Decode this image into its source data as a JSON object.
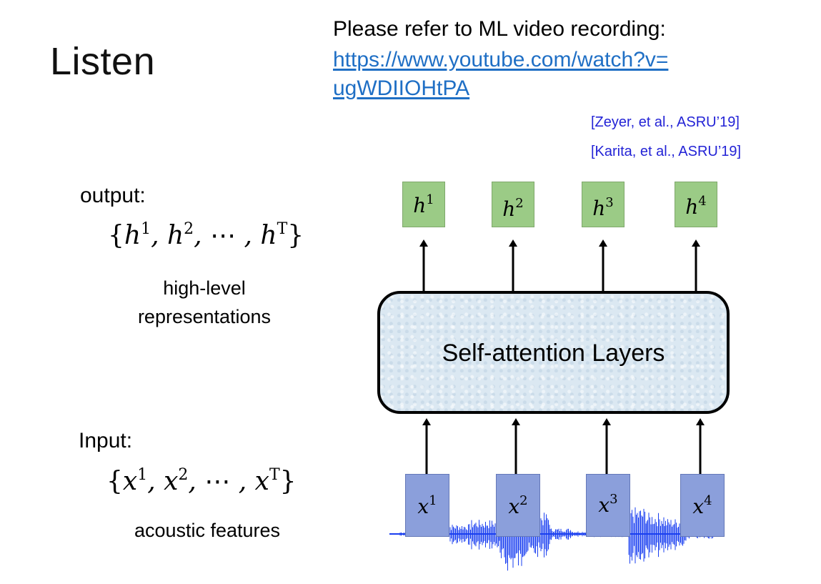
{
  "slide": {
    "title": "Listen",
    "ref_note": "Please refer to ML video recording:",
    "ref_link_line1": "https://www.youtube.com/watch?v=",
    "ref_link_line2": "ugWDIIOHtPA",
    "citations": [
      "[Zeyer, et al., ASRU’19]",
      "[Karita, et al., ASRU’19]"
    ]
  },
  "output": {
    "heading": "output:",
    "set_symbol": "h",
    "set_sups": [
      "1",
      "2",
      "T"
    ],
    "ellipsis": "⋯",
    "desc_line1": "high-level",
    "desc_line2": "representations"
  },
  "input": {
    "heading": "Input:",
    "set_symbol": "x",
    "set_sups": [
      "1",
      "2",
      "T"
    ],
    "ellipsis": "⋯",
    "desc": "acoustic features"
  },
  "diagram": {
    "layer_label": "Self-attention Layers",
    "outputs": [
      {
        "symbol": "h",
        "sup": "1"
      },
      {
        "symbol": "h",
        "sup": "2"
      },
      {
        "symbol": "h",
        "sup": "3"
      },
      {
        "symbol": "h",
        "sup": "4"
      }
    ],
    "inputs": [
      {
        "symbol": "x",
        "sup": "1"
      },
      {
        "symbol": "x",
        "sup": "2"
      },
      {
        "symbol": "x",
        "sup": "3"
      },
      {
        "symbol": "x",
        "sup": "4"
      }
    ],
    "colors": {
      "output_box": "#9bcb86",
      "input_box": "#8b9fdb",
      "waveform": "#1a3ff0",
      "link": "#1f6fc5",
      "citation": "#2323d6"
    }
  }
}
